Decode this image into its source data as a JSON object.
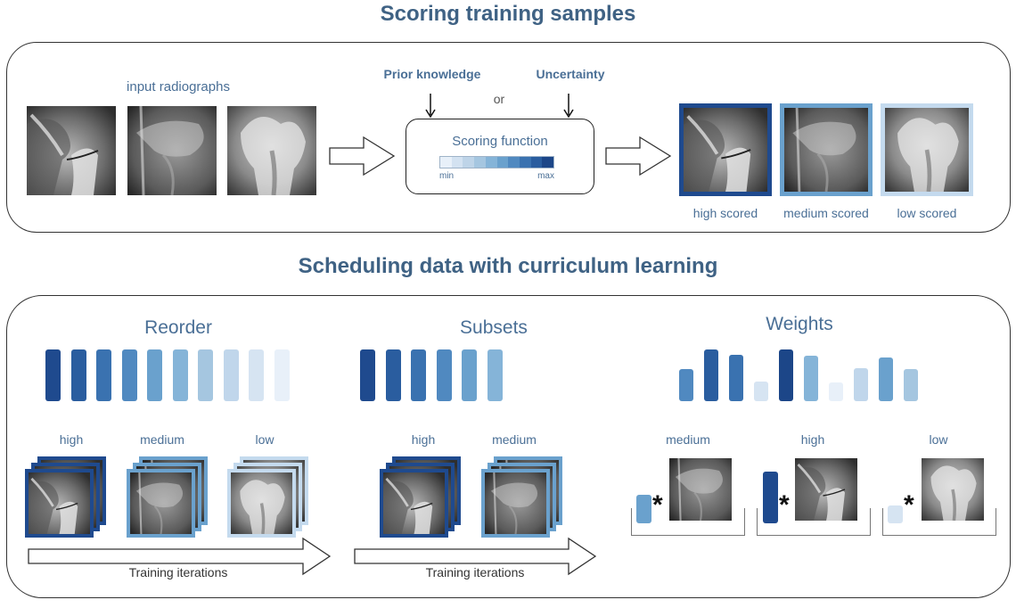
{
  "section1": {
    "title": "Scoring training samples",
    "input_label": "input radiographs",
    "prior_knowledge": "Prior knowledge",
    "or_label": "or",
    "uncertainty": "Uncertainty",
    "scoring_function": "Scoring function",
    "scale_min": "min",
    "scale_max": "max",
    "scale_colors": [
      "#e8f0f9",
      "#d3e2f1",
      "#bed4e8",
      "#a5c6e0",
      "#85b4d8",
      "#6aa1cd",
      "#5089c0",
      "#3a72b0",
      "#2a5d9f",
      "#1c4688"
    ],
    "outputs": [
      {
        "label": "high scored",
        "color": "#1f4a8e"
      },
      {
        "label": "medium scored",
        "color": "#6aa1cd"
      },
      {
        "label": "low scored",
        "color": "#c4daee"
      }
    ]
  },
  "section2": {
    "title": "Scheduling data with curriculum learning",
    "reorder": {
      "title": "Reorder",
      "bar_colors": [
        "#1f4a8e",
        "#2a5d9f",
        "#3a72b0",
        "#5089c0",
        "#6aa1cd",
        "#85b4d8",
        "#a5c6e0",
        "#c0d6eb",
        "#d6e4f2",
        "#e8f0f9"
      ],
      "groups": [
        {
          "label": "high",
          "color": "#1f4a8e"
        },
        {
          "label": "medium",
          "color": "#6aa1cd"
        },
        {
          "label": "low",
          "color": "#c4daee"
        }
      ],
      "arrow_label": "Training iterations"
    },
    "subsets": {
      "title": "Subsets",
      "bar_colors": [
        "#1f4a8e",
        "#2a5d9f",
        "#3a72b0",
        "#5089c0",
        "#6aa1cd",
        "#85b4d8"
      ],
      "groups": [
        {
          "label": "high",
          "color": "#1f4a8e"
        },
        {
          "label": "medium",
          "color": "#6aa1cd"
        }
      ],
      "arrow_label": "Training iterations"
    },
    "weights": {
      "title": "Weights",
      "bars": [
        {
          "value": 0.62,
          "color": "#5089c0"
        },
        {
          "value": 1.0,
          "color": "#2a5d9f"
        },
        {
          "value": 0.9,
          "color": "#3a72b0"
        },
        {
          "value": 0.38,
          "color": "#d6e4f2"
        },
        {
          "value": 1.0,
          "color": "#1c4688"
        },
        {
          "value": 0.88,
          "color": "#85b4d8"
        },
        {
          "value": 0.37,
          "color": "#e8f0f9"
        },
        {
          "value": 0.64,
          "color": "#c0d6eb"
        },
        {
          "value": 0.84,
          "color": "#6aa1cd"
        },
        {
          "value": 0.62,
          "color": "#a5c6e0"
        }
      ],
      "examples": [
        {
          "label": "medium",
          "weight": 0.55,
          "color": "#6aa1cd",
          "operator": "*"
        },
        {
          "label": "high",
          "weight": 1.0,
          "color": "#1f4a8e",
          "operator": "*"
        },
        {
          "label": "low",
          "weight": 0.35,
          "color": "#d6e4f2",
          "operator": "*"
        }
      ]
    }
  }
}
